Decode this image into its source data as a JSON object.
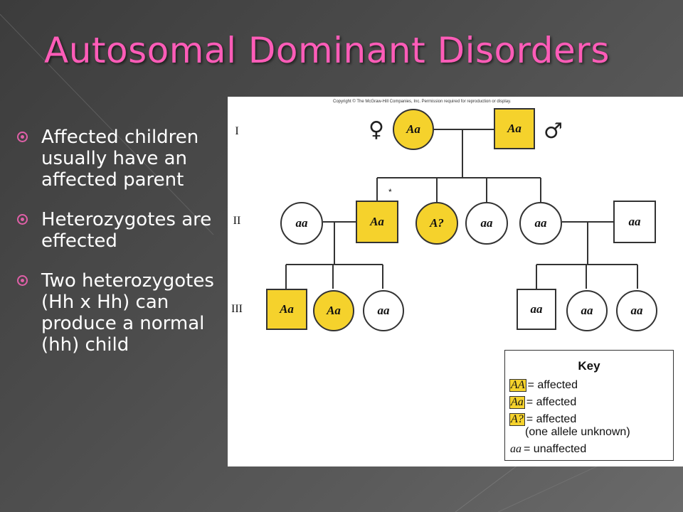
{
  "slide": {
    "title": "Autosomal Dominant Disorders",
    "bullets": [
      "Affected children usually have an affected parent",
      "Heterozygotes are effected",
      "Two heterozygotes (Hh x Hh) can produce a normal (hh) child"
    ]
  },
  "figure": {
    "copyright": "Copyright © The McGraw-Hill Companies, Inc. Permission required for reproduction or display.",
    "generations": [
      "I",
      "II",
      "III"
    ],
    "female_symbol": "♀",
    "male_symbol": "♂",
    "proband_mark": "*",
    "colors": {
      "affected": "#f5d22c",
      "unaffected": "#ffffff",
      "line": "#333333"
    },
    "individuals": {
      "i1": {
        "genotype": "Aa",
        "sex": "female",
        "status": "affected"
      },
      "i2": {
        "genotype": "Aa",
        "sex": "male",
        "status": "affected"
      },
      "ii1": {
        "genotype": "aa",
        "sex": "female",
        "status": "unaffected"
      },
      "ii2": {
        "genotype": "Aa",
        "sex": "male",
        "status": "affected"
      },
      "ii3": {
        "genotype": "A?",
        "sex": "female",
        "status": "affected"
      },
      "ii4": {
        "genotype": "aa",
        "sex": "female",
        "status": "unaffected"
      },
      "ii5": {
        "genotype": "aa",
        "sex": "female",
        "status": "unaffected"
      },
      "ii6": {
        "genotype": "aa",
        "sex": "male",
        "status": "unaffected"
      },
      "iii1": {
        "genotype": "Aa",
        "sex": "male",
        "status": "affected"
      },
      "iii2": {
        "genotype": "Aa",
        "sex": "female",
        "status": "affected"
      },
      "iii3": {
        "genotype": "aa",
        "sex": "female",
        "status": "unaffected"
      },
      "iii4": {
        "genotype": "aa",
        "sex": "male",
        "status": "unaffected"
      },
      "iii5": {
        "genotype": "aa",
        "sex": "female",
        "status": "unaffected"
      },
      "iii6": {
        "genotype": "aa",
        "sex": "female",
        "status": "unaffected"
      }
    },
    "key": {
      "title": "Key",
      "rows": [
        {
          "symbol": "AA",
          "label": "= affected"
        },
        {
          "symbol": "Aa",
          "label": "= affected"
        },
        {
          "symbol": "A?",
          "label": "= affected"
        },
        {
          "symbol": "aa",
          "label": "= unaffected"
        }
      ],
      "note": "(one allele unknown)"
    }
  }
}
